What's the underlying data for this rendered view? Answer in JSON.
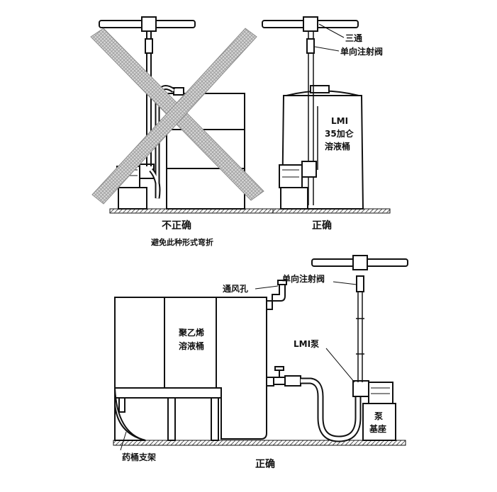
{
  "top_left": {
    "caption": "不正确",
    "subcaption": "避免此种形式弯折"
  },
  "top_right": {
    "caption": "正确",
    "label_tee": "三通",
    "label_valve": "单向注射阀",
    "tank_line1": "LMI",
    "tank_line2": "35加仑",
    "tank_line3": "溶液桶"
  },
  "bottom": {
    "caption": "正确",
    "label_vent": "通风孔",
    "label_valve": "单向注射阀",
    "label_pump": "LMI泵",
    "tank_line1": "聚乙烯",
    "tank_line2": "溶液桶",
    "base_line1": "泵",
    "base_line2": "基座",
    "label_stand": "药桶支架"
  },
  "colors": {
    "ink": "#111111",
    "hatch": "#c8c8c8",
    "paper": "#ffffff"
  }
}
